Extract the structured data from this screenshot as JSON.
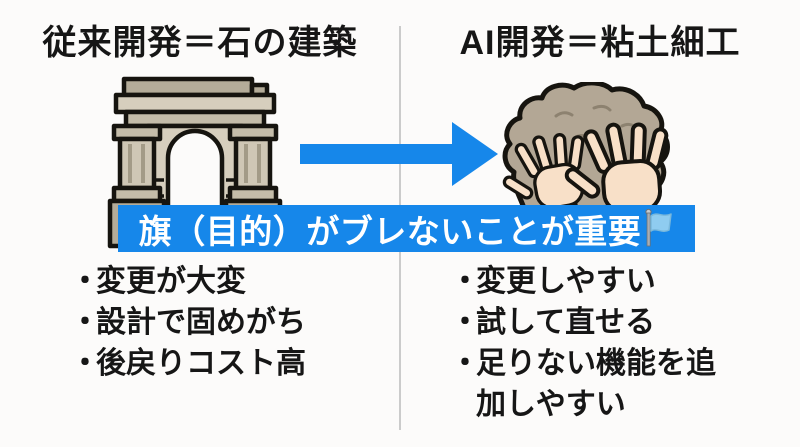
{
  "ui": {
    "bullet_char": "・"
  },
  "colors": {
    "background": "#fcfbfa",
    "divider": "#cbcbcb",
    "accent_blue": "#1687ea",
    "banner_text": "#ffffff",
    "body_text": "#161616",
    "stone_light": "#d6cebd",
    "stone_dark": "#aaa28e",
    "clay": "#b3a795",
    "skin": "#f8e0c8",
    "flag_blue": "#8fccf0"
  },
  "left_panel": {
    "title": "従来開発＝石の建築",
    "icon": "stone-arch",
    "bullets": [
      "変更が大変",
      "設計で固めがち",
      "後戻りコスト高"
    ]
  },
  "right_panel": {
    "title": "AI開発＝粘土細工",
    "icon": "clay-with-hands",
    "bullets": [
      "変更しやすい",
      "試して直せる",
      "足りない機能を追加しやすい"
    ]
  },
  "arrow": {
    "icon": "right-arrow",
    "color": "#1687ea"
  },
  "banner": {
    "text": "旗（目的）がブレないことが重要",
    "flag_icon": "blue-flag"
  }
}
